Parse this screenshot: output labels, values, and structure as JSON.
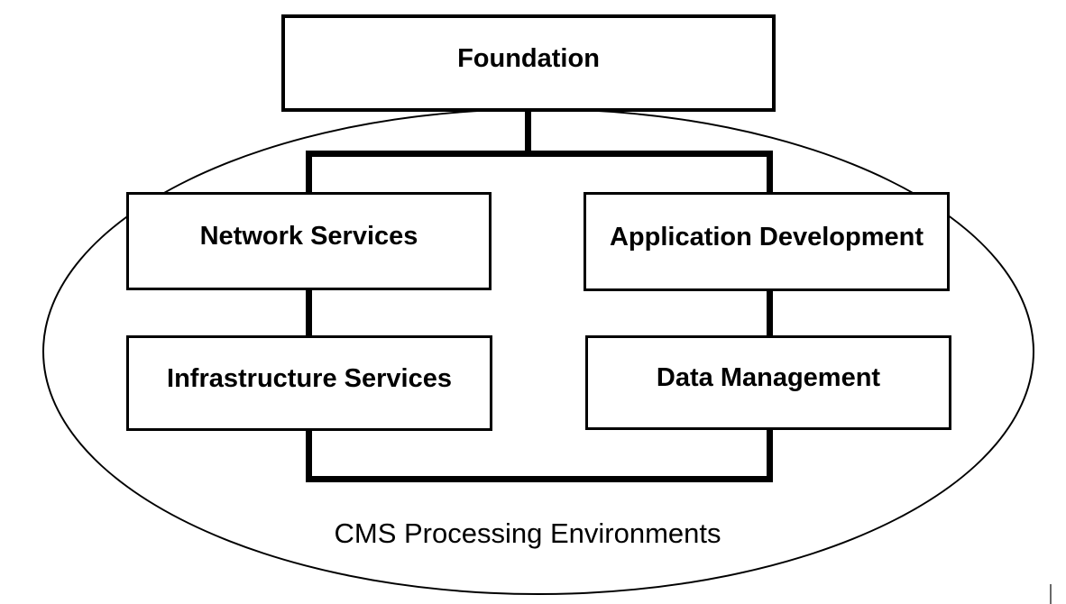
{
  "diagram": {
    "title_box": {
      "label": "Foundation"
    },
    "boxes": [
      {
        "id": "network-services",
        "label": "Network Services"
      },
      {
        "id": "application-development",
        "label": "Application Development"
      },
      {
        "id": "infrastructure-services",
        "label": "Infrastructure Services"
      },
      {
        "id": "data-management",
        "label": "Data Management"
      }
    ],
    "ellipse": {
      "label": "CMS Processing Environments"
    },
    "colors": {
      "line": "#000000",
      "background": "#ffffff",
      "stray_mark": "#696969"
    }
  }
}
